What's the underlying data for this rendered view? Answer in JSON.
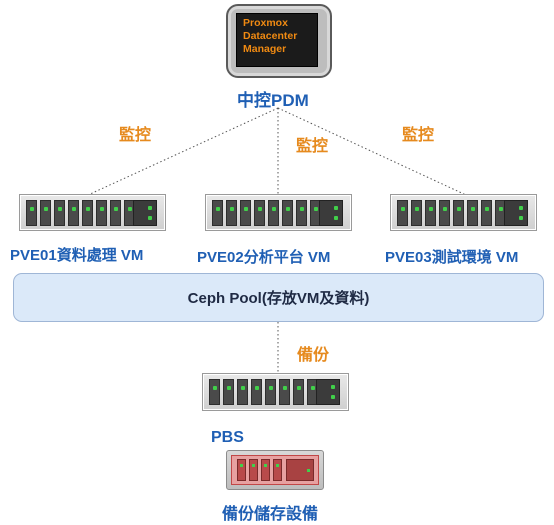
{
  "pdm": {
    "screen_lines": [
      "Proxmox",
      "Datacenter",
      "Manager"
    ],
    "label": "中控PDM"
  },
  "monitor_labels": [
    "監控",
    "監控",
    "監控"
  ],
  "servers": [
    {
      "label": "PVE01資料處理 VM"
    },
    {
      "label": "PVE02分析平台 VM"
    },
    {
      "label": "PVE03測試環境 VM"
    }
  ],
  "ceph": {
    "label": "Ceph Pool(存放VM及資料)"
  },
  "backup": {
    "link_label": "備份",
    "server_label": "PBS",
    "storage_label": "備份儲存設備"
  },
  "colors": {
    "blue_text": "#1f5fb4",
    "orange_text": "#e68a1e",
    "ceph_fill": "#dbe9f9"
  }
}
